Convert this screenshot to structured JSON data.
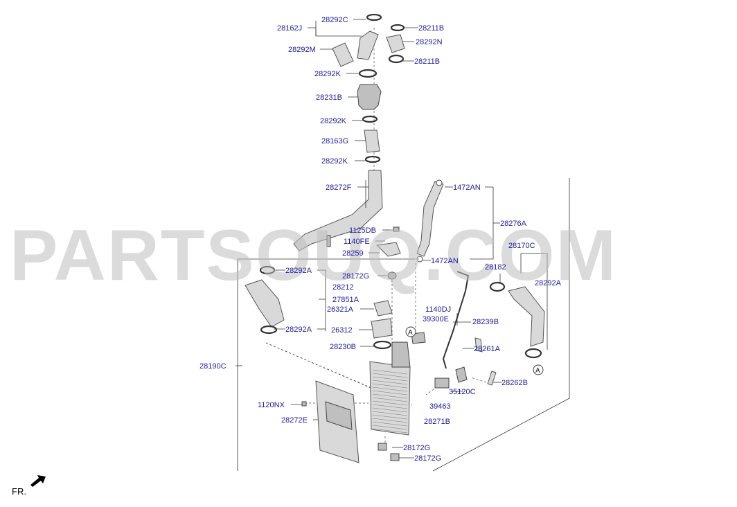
{
  "diagram": {
    "watermark": "PARTSOUQ.COM",
    "front_label": "FR.",
    "callout_letter": "A",
    "part_labels": [
      "28292C",
      "28162J",
      "28211B",
      "28292N",
      "28292M",
      "28211B",
      "28292K",
      "28231B",
      "28292K",
      "28163G",
      "28292K",
      "28272F",
      "1472AN",
      "1125DB",
      "28276A",
      "1140FE",
      "28259",
      "1472AN",
      "28170C",
      "28292A",
      "28182",
      "28292A",
      "28172G",
      "28212",
      "27851A",
      "26321A",
      "1140DJ",
      "39300E",
      "28239B",
      "28292A",
      "26312",
      "28230B",
      "28261A",
      "28190C",
      "28262B",
      "35120C",
      "1120NX",
      "39463",
      "28272E",
      "28271B",
      "28172G",
      "28172G"
    ]
  }
}
